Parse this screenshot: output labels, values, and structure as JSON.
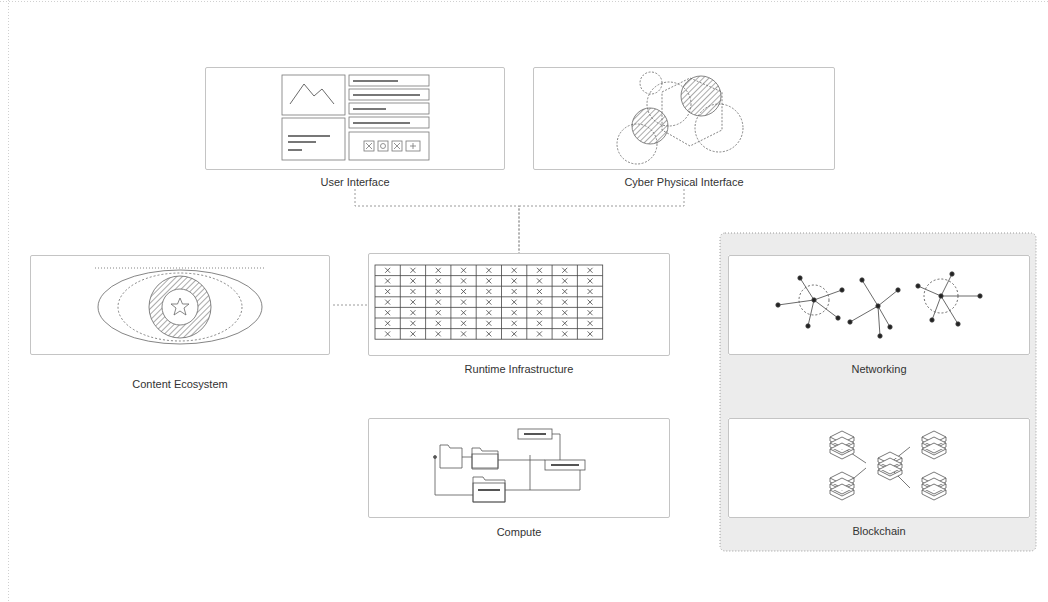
{
  "diagram": {
    "nodes": [
      {
        "text": [
          "User Interface"
        ]
      },
      {
        "text": [
          "Cyber Physical Interface"
        ]
      },
      {
        "text": [
          "Content Ecosystem"
        ]
      },
      {
        "text": [
          "Runtime Infrastructure"
        ]
      },
      {
        "text": [
          "Networking"
        ]
      },
      {
        "text": [
          "Compute"
        ]
      },
      {
        "text": [
          "Blockchain"
        ]
      }
    ],
    "edges": [
      {
        "from": 0,
        "to": 3,
        "arrow": "none"
      },
      {
        "from": 1,
        "to": 3,
        "arrow": "none"
      },
      {
        "from": 2,
        "to": 3,
        "arrow": "none"
      }
    ]
  }
}
